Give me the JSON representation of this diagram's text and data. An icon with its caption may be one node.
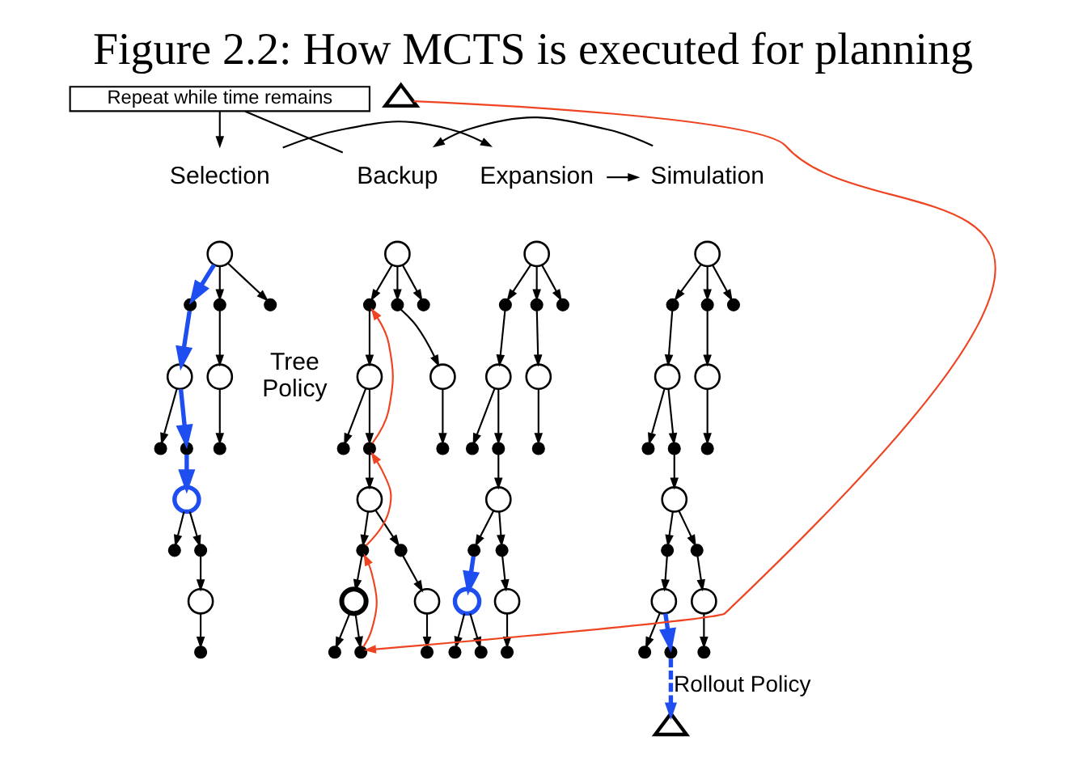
{
  "diagram": {
    "title": "Figure 2.2: How MCTS is executed for planning",
    "nodes": [
      {
        "text": [
          "Repeat while time remains"
        ]
      },
      {
        "text": [
          "Selection"
        ]
      },
      {
        "text": [
          "Expansion"
        ]
      },
      {
        "text": [
          "Simulation"
        ]
      },
      {
        "text": [
          "Backup"
        ]
      },
      {
        "text": [],
        "shape": "circle"
      },
      {
        "text": [],
        "shape": "dot"
      },
      {
        "text": [],
        "shape": "dot"
      },
      {
        "text": [],
        "shape": "dot"
      },
      {
        "text": [],
        "shape": "circle"
      },
      {
        "text": [],
        "shape": "circle"
      },
      {
        "text": [],
        "shape": "dot"
      },
      {
        "text": [],
        "shape": "dot"
      },
      {
        "text": [],
        "shape": "dot"
      },
      {
        "text": [],
        "shape": "circle"
      },
      {
        "text": [],
        "shape": "dot"
      },
      {
        "text": [],
        "shape": "dot"
      },
      {
        "text": [],
        "shape": "circle"
      },
      {
        "text": [],
        "shape": "dot"
      },
      {
        "text": [],
        "shape": "circle"
      },
      {
        "text": [],
        "shape": "dot"
      },
      {
        "text": [],
        "shape": "dot"
      },
      {
        "text": [],
        "shape": "dot"
      },
      {
        "text": [],
        "shape": "circle"
      },
      {
        "text": [],
        "shape": "circle"
      },
      {
        "text": [],
        "shape": "dot"
      },
      {
        "text": [],
        "shape": "dot"
      },
      {
        "text": [],
        "shape": "dot"
      },
      {
        "text": [],
        "shape": "circle"
      },
      {
        "text": [],
        "shape": "dot"
      },
      {
        "text": [],
        "shape": "dot"
      },
      {
        "text": [],
        "shape": "circle"
      },
      {
        "text": [],
        "shape": "circle"
      },
      {
        "text": [],
        "shape": "dot"
      },
      {
        "text": [],
        "shape": "dot"
      },
      {
        "text": [],
        "shape": "dot"
      },
      {
        "text": [],
        "shape": "circle"
      },
      {
        "text": [],
        "shape": "dot"
      },
      {
        "text": [],
        "shape": "dot"
      },
      {
        "text": [],
        "shape": "dot"
      },
      {
        "text": [],
        "shape": "circle"
      },
      {
        "text": [],
        "shape": "circle"
      },
      {
        "text": [],
        "shape": "dot"
      },
      {
        "text": [],
        "shape": "dot"
      },
      {
        "text": [],
        "shape": "dot"
      },
      {
        "text": [],
        "shape": "circle"
      },
      {
        "text": [],
        "shape": "dot"
      },
      {
        "text": [],
        "shape": "dot"
      },
      {
        "text": [],
        "shape": "circle"
      },
      {
        "text": [],
        "shape": "circle"
      },
      {
        "text": [],
        "shape": "dot"
      },
      {
        "text": [],
        "shape": "dot"
      },
      {
        "text": [],
        "shape": "dot"
      },
      {
        "text": [],
        "shape": "triangle"
      },
      {
        "text": [],
        "shape": "circle"
      },
      {
        "text": [],
        "shape": "dot"
      },
      {
        "text": [],
        "shape": "dot"
      },
      {
        "text": [],
        "shape": "dot"
      },
      {
        "text": [],
        "shape": "circle"
      },
      {
        "text": [],
        "shape": "circle"
      },
      {
        "text": [],
        "shape": "dot"
      },
      {
        "text": [],
        "shape": "dot"
      },
      {
        "text": [],
        "shape": "dot"
      },
      {
        "text": [],
        "shape": "circle"
      },
      {
        "text": [],
        "shape": "dot"
      },
      {
        "text": [],
        "shape": "dot"
      },
      {
        "text": [],
        "shape": "circle"
      },
      {
        "text": [],
        "shape": "circle"
      },
      {
        "text": [],
        "shape": "dot"
      },
      {
        "text": [],
        "shape": "dot"
      },
      {
        "text": [],
        "shape": "dot"
      },
      {
        "text": [],
        "shape": "triangle"
      }
    ],
    "edges": [
      {
        "from": 0,
        "to": 1,
        "arrow": "to"
      },
      {
        "from": 1,
        "to": 2,
        "arrow": "to"
      },
      {
        "from": 2,
        "to": 3,
        "arrow": "to"
      },
      {
        "from": 3,
        "to": 4,
        "arrow": "to"
      },
      {
        "from": 4,
        "to": 0,
        "arrow": "none"
      },
      {
        "from": 5,
        "to": 6,
        "arrow": "to",
        "style": "thick",
        "color": "#1f4ef0"
      },
      {
        "from": 5,
        "to": 7,
        "arrow": "to"
      },
      {
        "from": 5,
        "to": 8,
        "arrow": "to"
      },
      {
        "from": 6,
        "to": 9,
        "arrow": "to",
        "style": "thick",
        "color": "#1f4ef0"
      },
      {
        "from": 7,
        "to": 10,
        "arrow": "to"
      },
      {
        "from": 9,
        "to": 11,
        "arrow": "to"
      },
      {
        "from": 9,
        "to": 12,
        "arrow": "to",
        "style": "thick",
        "color": "#1f4ef0"
      },
      {
        "from": 10,
        "to": 13,
        "arrow": "to"
      },
      {
        "from": 12,
        "to": 14,
        "arrow": "to",
        "style": "thick",
        "color": "#1f4ef0"
      },
      {
        "from": 14,
        "to": 15,
        "arrow": "to"
      },
      {
        "from": 14,
        "to": 16,
        "arrow": "to"
      },
      {
        "from": 16,
        "to": 17,
        "arrow": "to"
      },
      {
        "from": 17,
        "to": 18,
        "arrow": "to"
      },
      {
        "from": 19,
        "to": 20,
        "arrow": "to"
      },
      {
        "from": 19,
        "to": 21,
        "arrow": "to"
      },
      {
        "from": 19,
        "to": 22,
        "arrow": "to"
      },
      {
        "from": 20,
        "to": 23,
        "arrow": "to"
      },
      {
        "from": 21,
        "to": 24,
        "arrow": "to"
      },
      {
        "from": 23,
        "to": 25,
        "arrow": "to"
      },
      {
        "from": 23,
        "to": 26,
        "arrow": "to"
      },
      {
        "from": 24,
        "to": 27,
        "arrow": "to"
      },
      {
        "from": 26,
        "to": 28,
        "arrow": "to"
      },
      {
        "from": 28,
        "to": 29,
        "arrow": "to"
      },
      {
        "from": 28,
        "to": 30,
        "arrow": "to"
      },
      {
        "from": 29,
        "to": 31,
        "arrow": "to",
        "style": "thick",
        "color": "#1f4ef0"
      },
      {
        "from": 30,
        "to": 32,
        "arrow": "to"
      },
      {
        "from": 31,
        "to": 33,
        "arrow": "to"
      },
      {
        "from": 31,
        "to": 34,
        "arrow": "to"
      },
      {
        "from": 32,
        "to": 35,
        "arrow": "to"
      },
      {
        "from": 36,
        "to": 37,
        "arrow": "to"
      },
      {
        "from": 36,
        "to": 38,
        "arrow": "to"
      },
      {
        "from": 36,
        "to": 39,
        "arrow": "to"
      },
      {
        "from": 37,
        "to": 40,
        "arrow": "to"
      },
      {
        "from": 38,
        "to": 41,
        "arrow": "to"
      },
      {
        "from": 40,
        "to": 42,
        "arrow": "to"
      },
      {
        "from": 40,
        "to": 43,
        "arrow": "to"
      },
      {
        "from": 41,
        "to": 44,
        "arrow": "to"
      },
      {
        "from": 43,
        "to": 45,
        "arrow": "to"
      },
      {
        "from": 45,
        "to": 46,
        "arrow": "to"
      },
      {
        "from": 45,
        "to": 47,
        "arrow": "to"
      },
      {
        "from": 46,
        "to": 48,
        "arrow": "to"
      },
      {
        "from": 47,
        "to": 49,
        "arrow": "to"
      },
      {
        "from": 48,
        "to": 50,
        "arrow": "to"
      },
      {
        "from": 48,
        "to": 51,
        "arrow": "to",
        "style": "thick",
        "color": "#1f4ef0"
      },
      {
        "from": 49,
        "to": 52,
        "arrow": "to"
      },
      {
        "from": 51,
        "to": 53,
        "arrow": "to",
        "label": "Rollout Policy",
        "style": "dashed",
        "color": "#1f4ef0"
      },
      {
        "from": 54,
        "to": 55,
        "arrow": "to"
      },
      {
        "from": 54,
        "to": 56,
        "arrow": "to"
      },
      {
        "from": 54,
        "to": 57,
        "arrow": "to"
      },
      {
        "from": 55,
        "to": 58,
        "arrow": "to"
      },
      {
        "from": 56,
        "to": 59,
        "arrow": "to"
      },
      {
        "from": 58,
        "to": 60,
        "arrow": "to"
      },
      {
        "from": 58,
        "to": 61,
        "arrow": "to"
      },
      {
        "from": 59,
        "to": 62,
        "arrow": "to"
      },
      {
        "from": 61,
        "to": 63,
        "arrow": "to"
      },
      {
        "from": 63,
        "to": 64,
        "arrow": "to"
      },
      {
        "from": 63,
        "to": 65,
        "arrow": "to"
      },
      {
        "from": 64,
        "to": 66,
        "arrow": "to"
      },
      {
        "from": 65,
        "to": 67,
        "arrow": "to"
      },
      {
        "from": 66,
        "to": 68,
        "arrow": "to"
      },
      {
        "from": 66,
        "to": 69,
        "arrow": "to"
      },
      {
        "from": 67,
        "to": 70,
        "arrow": "to"
      },
      {
        "from": 71,
        "to": 69,
        "arrow": "to",
        "color": "#ee4422"
      },
      {
        "from": 69,
        "to": 64,
        "arrow": "to",
        "color": "#ee4422"
      },
      {
        "from": 64,
        "to": 61,
        "arrow": "to",
        "color": "#ee4422"
      },
      {
        "from": 61,
        "to": 55,
        "arrow": "to",
        "color": "#ee4422"
      }
    ],
    "labels": [
      "Tree Policy"
    ]
  }
}
